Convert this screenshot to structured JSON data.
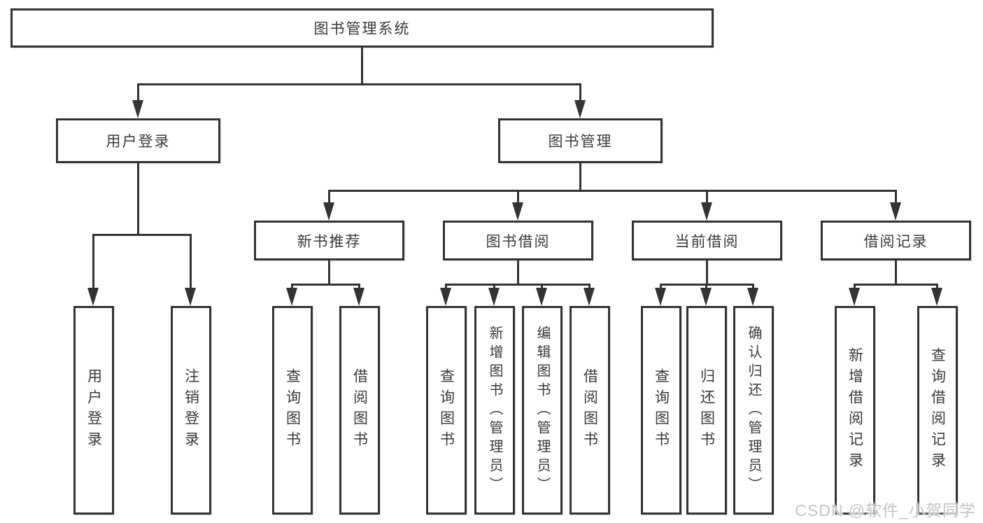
{
  "nodes": {
    "root": "图书管理系统",
    "user_login": "用户登录",
    "book_mgmt": "图书管理",
    "new_book_rec": "新书推荐",
    "book_borrow": "图书借阅",
    "current_borrow": "当前借阅",
    "borrow_record": "借阅记录"
  },
  "leaves": {
    "user_login": [
      "用户登录",
      "注销登录"
    ],
    "new_book_rec": [
      "查询图书",
      "借阅图书"
    ],
    "book_borrow": [
      "查询图书",
      "新增图书（管理员）",
      "编辑图书（管理员）",
      "借阅图书"
    ],
    "current_borrow": [
      "查询图书",
      "归还图书",
      "确认归还（管理员）"
    ],
    "borrow_record": [
      "新增借阅记录",
      "查询借阅记录"
    ]
  },
  "watermark": "CSDN @软件_小贺同学",
  "colors": {
    "line": "#333333",
    "text": "#3a3a3a",
    "background": "#ffffff",
    "watermark": "#c4c4c4"
  }
}
